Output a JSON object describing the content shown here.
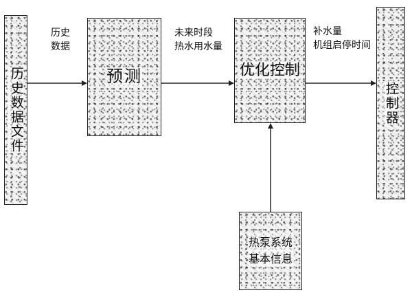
{
  "nodes": {
    "history_files": "历史数据文件",
    "forecast": "预测",
    "optimize": "优化控制",
    "controller": "控制器",
    "pump_info": "热泵系统\n基本信息"
  },
  "edges": {
    "history_to_forecast": "历史\n数据",
    "forecast_to_optimize": "未来时段\n热水用水量",
    "optimize_to_controller": "补水量\n机组启停时间"
  },
  "colors": {
    "stroke": "#222222",
    "box_fill": "#f4f4f4"
  }
}
